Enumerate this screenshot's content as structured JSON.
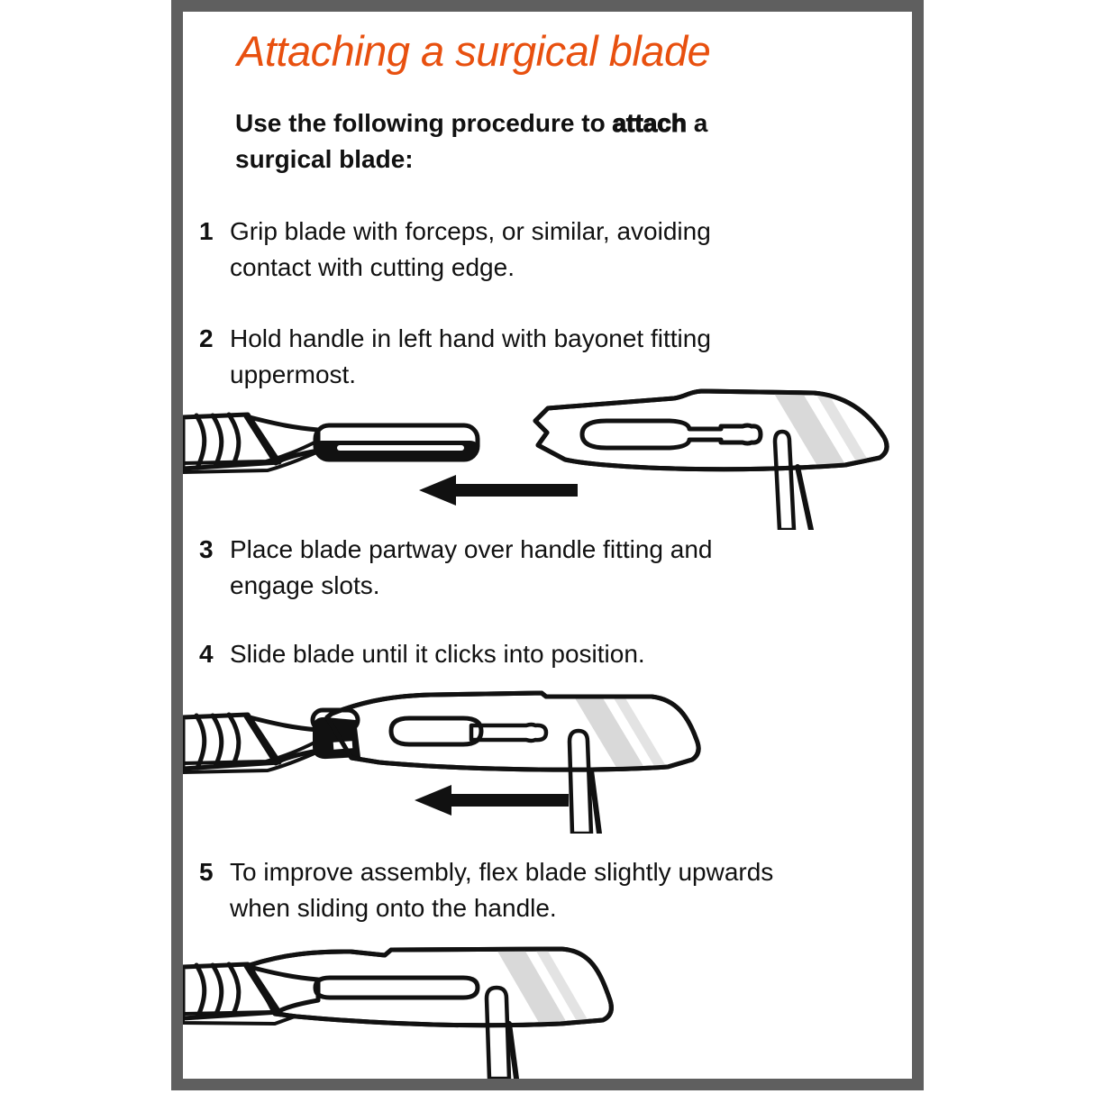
{
  "document": {
    "title": "Attaching a surgical blade",
    "intro": {
      "pre": "Use the following procedure to ",
      "emphasis": "attach",
      "post": " a surgical blade:"
    },
    "steps": [
      {
        "number": "1",
        "text": "Grip blade with forceps, or similar, avoiding contact with cutting edge."
      },
      {
        "number": "2",
        "text": "Hold handle in left hand with bayonet fitting uppermost."
      },
      {
        "number": "3",
        "text": "Place blade partway over handle fitting and engage slots."
      },
      {
        "number": "4",
        "text": "Slide blade until it clicks into position."
      },
      {
        "number": "5",
        "text": "To improve assembly, flex blade slightly upwards when sliding onto the handle."
      }
    ],
    "illustrations": [
      {
        "id": "detached",
        "description": "Scalpel handle with exposed bayonet fitting; detached blade held by forceps; arrow pointing left toward handle"
      },
      {
        "id": "partly-attached",
        "description": "Blade placed partway over handle fitting; arrow pointing left; forceps holding blade"
      },
      {
        "id": "fully-attached",
        "description": "Blade fully attached to scalpel handle; forceps holding blade"
      }
    ],
    "colors": {
      "accent_orange": "#e8500f",
      "frame_gray": "#5f5f5f",
      "line_black": "#111111",
      "handle_gray": "#bfbfbf",
      "highlight_gray": "#d9d9d9",
      "slot_gray": "#ececec"
    }
  }
}
